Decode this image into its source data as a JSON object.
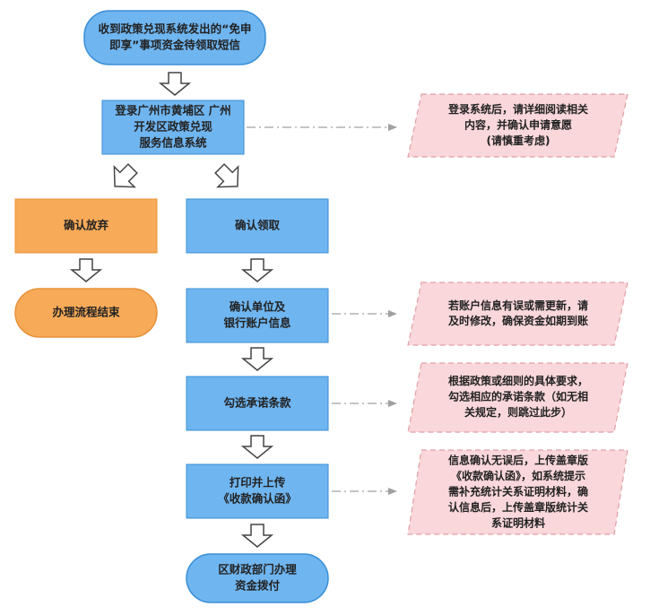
{
  "colors": {
    "blue_fill": "#6fb5f0",
    "blue_stroke": "#3a8fd6",
    "orange_fill": "#f7aa58",
    "orange_stroke": "#e8913a",
    "pink_fill": "#f9d7da",
    "pink_stroke": "#e0a0a6",
    "arrow_stroke": "#444444",
    "dash_arrow": "#a0a0a0",
    "text": "#222222"
  },
  "nodes": {
    "start": [
      "收到政策兑现系统发出的“免申",
      "即享”事项资金待领取短信"
    ],
    "login": [
      "登录广州市黄埔区 广州",
      "开发区政策兑现",
      "服务信息系统"
    ],
    "give_up": [
      "确认放弃"
    ],
    "end_process": [
      "办理流程结束"
    ],
    "confirm_claim": [
      "确认领取"
    ],
    "confirm_unit": [
      "确认单位及",
      "银行账户信息"
    ],
    "check_terms": [
      "勾选承诺条款"
    ],
    "print_upload": [
      "打印并上传",
      "《收款确认函》"
    ],
    "finance_pay": [
      "区财政部门办理",
      "资金拨付"
    ]
  },
  "notes": {
    "note_login": [
      "登录系统后，请详细阅读相关",
      "内容，并确认申请意愿",
      "(请慎重考虑)"
    ],
    "note_account": [
      "若账户信息有误或需更新，请",
      "及时修改，确保资金如期到账"
    ],
    "note_terms": [
      "根据政策或细则的具体要求，",
      "勾选相应的承诺条款（如无相",
      "关规定，则跳过此步）"
    ],
    "note_upload": [
      "信息确认无误后，上传盖章版",
      "《收款确认函》，如系统提示",
      "需补充统计关系证明材料，确",
      "认信息后，上传盖章版统计关",
      "系证明材料"
    ]
  }
}
